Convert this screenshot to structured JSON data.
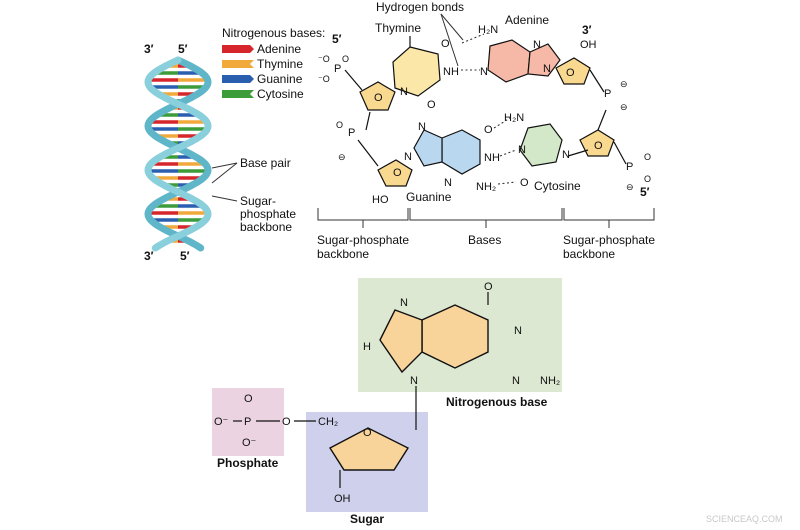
{
  "helix": {
    "top_left": "3′",
    "top_right": "5′",
    "bottom_left": "3′",
    "bottom_right": "5′",
    "base_pair_label": "Base pair",
    "backbone_label": [
      "Sugar-",
      "phosphate",
      "backbone"
    ]
  },
  "legend": {
    "title": "Nitrogenous bases:",
    "items": [
      {
        "label": "Adenine",
        "color": "#d7262b"
      },
      {
        "label": "Thymine",
        "color": "#f2a93b"
      },
      {
        "label": "Guanine",
        "color": "#2a5fb0"
      },
      {
        "label": "Cytosine",
        "color": "#3c9c3a"
      }
    ]
  },
  "pairs": {
    "hydrogen_bonds": "Hydrogen bonds",
    "thymine": "Thymine",
    "adenine": "Adenine",
    "guanine": "Guanine",
    "cytosine": "Cytosine",
    "left_5": "5′",
    "right_3": "3′",
    "right_5": "5′",
    "bracket_backbone_left": [
      "Sugar-phosphate",
      "backbone"
    ],
    "bracket_bases": "Bases",
    "bracket_backbone_right": [
      "Sugar-phosphate",
      "backbone"
    ]
  },
  "nucleotide": {
    "base_label": "Nitrogenous base",
    "phosphate_label": "Phosphate",
    "sugar_label": "Sugar",
    "colors": {
      "base_box": "#dde8d3",
      "ring_fill": "#f8d49a",
      "phosphate_box": "#ecd3e2",
      "sugar_box": "#cfd1ec"
    }
  },
  "watermark": "SCIENCEAQ.COM"
}
